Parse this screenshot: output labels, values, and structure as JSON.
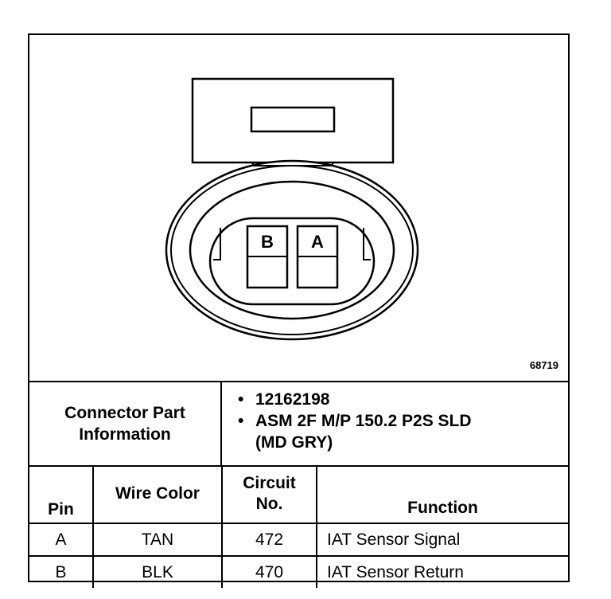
{
  "figure": {
    "figure_number": "68719",
    "pin_labels": [
      "B",
      "A"
    ]
  },
  "connector_info": {
    "label_line1": "Connector Part",
    "label_line2": "Information",
    "items": [
      "12162198",
      "ASM 2F M/P 150.2 P2S SLD"
    ],
    "item_continuation": "(MD GRY)"
  },
  "pin_table": {
    "headers": {
      "pin": "Pin",
      "wire_color": "Wire Color",
      "circuit_line1": "Circuit",
      "circuit_line2": "No.",
      "function": "Function"
    },
    "rows": [
      {
        "pin": "A",
        "wire_color": "TAN",
        "circuit": "472",
        "function": "IAT Sensor Signal"
      },
      {
        "pin": "B",
        "wire_color": "BLK",
        "circuit": "470",
        "function": "IAT Sensor Return"
      }
    ]
  }
}
